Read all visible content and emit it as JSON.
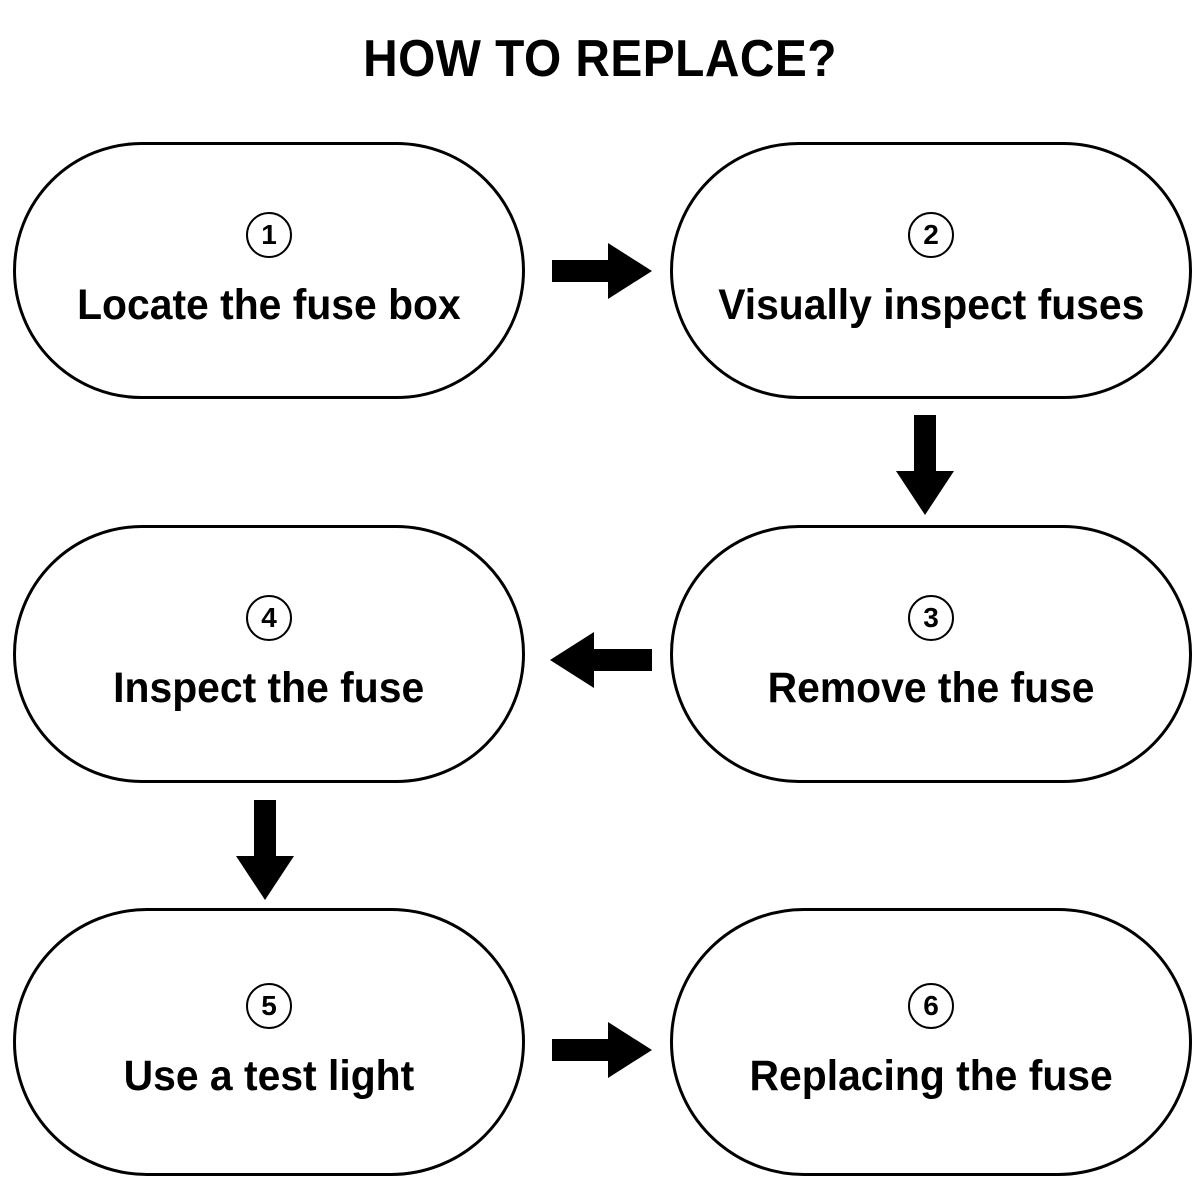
{
  "title": "HOW TO REPLACE?",
  "steps": [
    {
      "number": "1",
      "label": "Locate the fuse box"
    },
    {
      "number": "2",
      "label": "Visually inspect fuses"
    },
    {
      "number": "3",
      "label": "Remove the fuse"
    },
    {
      "number": "4",
      "label": "Inspect the fuse"
    },
    {
      "number": "5",
      "label": "Use a test light"
    },
    {
      "number": "6",
      "label": "Replacing the fuse"
    }
  ],
  "connectors": [
    {
      "from": "1",
      "to": "2",
      "direction": "right"
    },
    {
      "from": "2",
      "to": "3",
      "direction": "down"
    },
    {
      "from": "3",
      "to": "4",
      "direction": "left"
    },
    {
      "from": "4",
      "to": "5",
      "direction": "down"
    },
    {
      "from": "5",
      "to": "6",
      "direction": "right"
    }
  ],
  "colors": {
    "background": "#ffffff",
    "stroke": "#000000",
    "text": "#000000",
    "arrow": "#000000"
  }
}
